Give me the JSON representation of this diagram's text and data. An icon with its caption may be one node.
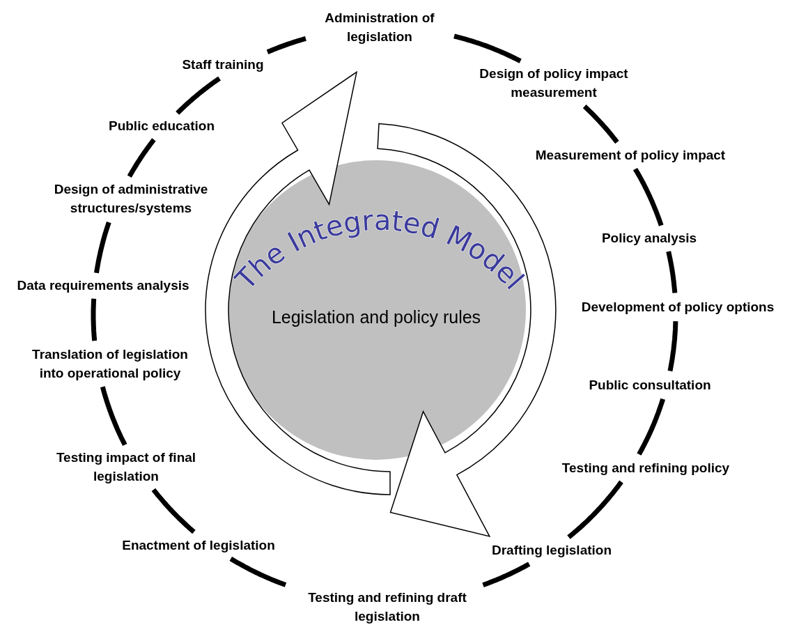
{
  "diagram": {
    "nodes": [
      {
        "text": [
          "Administration of legislation"
        ]
      },
      {
        "text": [
          "Design of policy impact measurement"
        ]
      },
      {
        "text": [
          "Measurement of policy impact"
        ]
      },
      {
        "text": [
          "Policy analysis"
        ]
      },
      {
        "text": [
          "Development of policy options"
        ]
      },
      {
        "text": [
          "Public consultation"
        ]
      },
      {
        "text": [
          "Testing and refining policy"
        ]
      },
      {
        "text": [
          "Drafting legislation"
        ]
      },
      {
        "text": [
          "Testing and refining draft legislation"
        ]
      },
      {
        "text": [
          "Enactment of legislation"
        ]
      },
      {
        "text": [
          "Testing impact of final legislation"
        ]
      },
      {
        "text": [
          "Translation of legislation into operational policy"
        ]
      },
      {
        "text": [
          "Data requirements analysis"
        ]
      },
      {
        "text": [
          "Design of administrative structures/systems"
        ]
      },
      {
        "text": [
          "Public education"
        ]
      },
      {
        "text": [
          "Staff training"
        ]
      },
      {
        "text": [
          "The Integrated Model",
          "Legislation and policy rules"
        ]
      }
    ],
    "edges": [
      {
        "from": 0,
        "to": 1,
        "arrow": "none"
      },
      {
        "from": 1,
        "to": 2,
        "arrow": "none"
      },
      {
        "from": 2,
        "to": 3,
        "arrow": "none"
      },
      {
        "from": 3,
        "to": 4,
        "arrow": "none"
      },
      {
        "from": 4,
        "to": 5,
        "arrow": "none"
      },
      {
        "from": 5,
        "to": 6,
        "arrow": "none"
      },
      {
        "from": 6,
        "to": 7,
        "arrow": "none"
      },
      {
        "from": 7,
        "to": 8,
        "arrow": "none"
      },
      {
        "from": 8,
        "to": 9,
        "arrow": "none"
      },
      {
        "from": 9,
        "to": 10,
        "arrow": "none"
      },
      {
        "from": 10,
        "to": 11,
        "arrow": "none"
      },
      {
        "from": 11,
        "to": 12,
        "arrow": "none"
      },
      {
        "from": 12,
        "to": 13,
        "arrow": "none"
      },
      {
        "from": 13,
        "to": 14,
        "arrow": "none"
      },
      {
        "from": 14,
        "to": 15,
        "arrow": "none"
      },
      {
        "from": 15,
        "to": 0,
        "arrow": "none"
      }
    ]
  }
}
